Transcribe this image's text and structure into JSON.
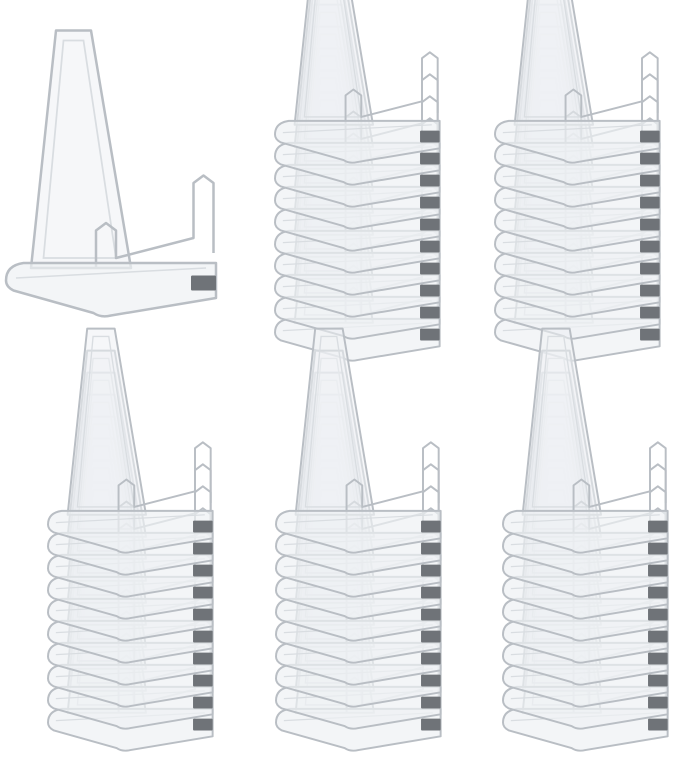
{
  "colors": {
    "background": "#ffffff",
    "edge": "#b9bec4",
    "edge_light": "#d9dde1",
    "face": "#eef1f4",
    "cut_edge": "#6f7378"
  },
  "product": {
    "single_stands": 1,
    "stacks": [
      {
        "position": "top-middle",
        "stands": 10
      },
      {
        "position": "top-right",
        "stands": 10
      },
      {
        "position": "bottom-left",
        "stands": 10
      },
      {
        "position": "bottom-middle",
        "stands": 10
      },
      {
        "position": "bottom-right",
        "stands": 10
      }
    ]
  }
}
